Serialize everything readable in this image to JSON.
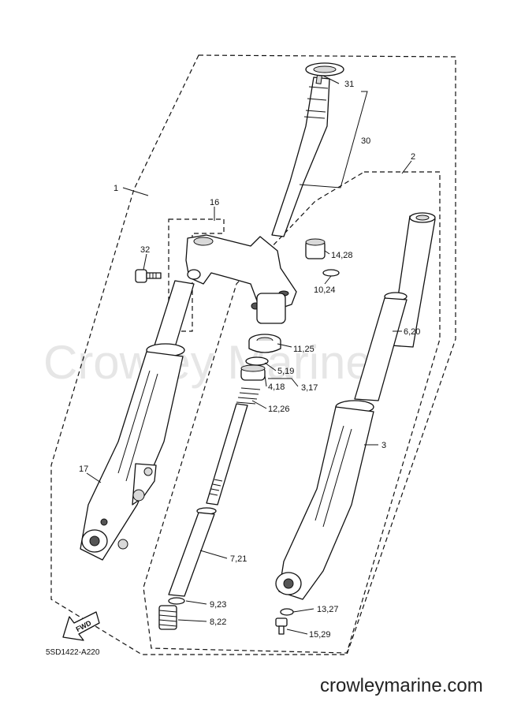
{
  "watermark": "Crowley Marine",
  "site_url": "crowleymarine.com",
  "diagram_code": "5SD1422-A220",
  "fwd_label": "FWD",
  "callouts": {
    "c1": "1",
    "c2": "2",
    "c3": "3",
    "c16": "16",
    "c17": "17",
    "c30": "30",
    "c31": "31",
    "c32": "32",
    "c14_28": "14,28",
    "c10_24": "10,24",
    "c11_25": "11,25",
    "c5_19": "5,19",
    "c4_18": "4,18",
    "c3_17": "3,17",
    "c12_26": "12,26",
    "c6_20": "6,20",
    "c7_21": "7,21",
    "c9_23": "9,23",
    "c8_22": "8,22",
    "c13_27": "13,27",
    "c15_29": "15,29"
  }
}
